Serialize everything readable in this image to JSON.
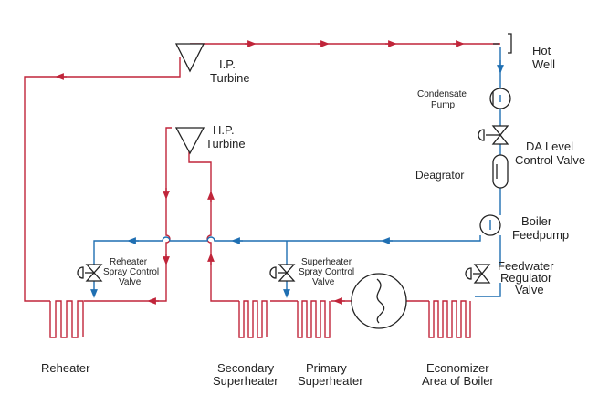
{
  "colors": {
    "steam": "#c0253a",
    "water": "#1f6fb2",
    "equipment": "#222222"
  },
  "labels": {
    "ip_turbine": [
      "I.P.",
      "Turbine"
    ],
    "hp_turbine": [
      "H.P.",
      "Turbine"
    ],
    "hot_well": [
      "Hot",
      "Well"
    ],
    "condensate_pump": [
      "Condensate",
      "Pump"
    ],
    "da_level_valve": [
      "DA Level",
      "Control Valve"
    ],
    "deaerator": "Deagrator",
    "boiler_feedpump": [
      "Boiler",
      "Feedpump"
    ],
    "feedwater_valve": [
      "Feedwater",
      "Regulator",
      "Valve"
    ],
    "reheater_spray_valve": [
      "Reheater",
      "Spray Control",
      "Valve"
    ],
    "superheater_spray_valve": [
      "Superheater",
      "Spray Control",
      "Valve"
    ],
    "reheater": "Reheater",
    "secondary_superheater": [
      "Secondary",
      "Superheater"
    ],
    "primary_superheater": [
      "Primary",
      "Superheater"
    ],
    "economizer": [
      "Economizer",
      "Area of Boiler"
    ]
  }
}
